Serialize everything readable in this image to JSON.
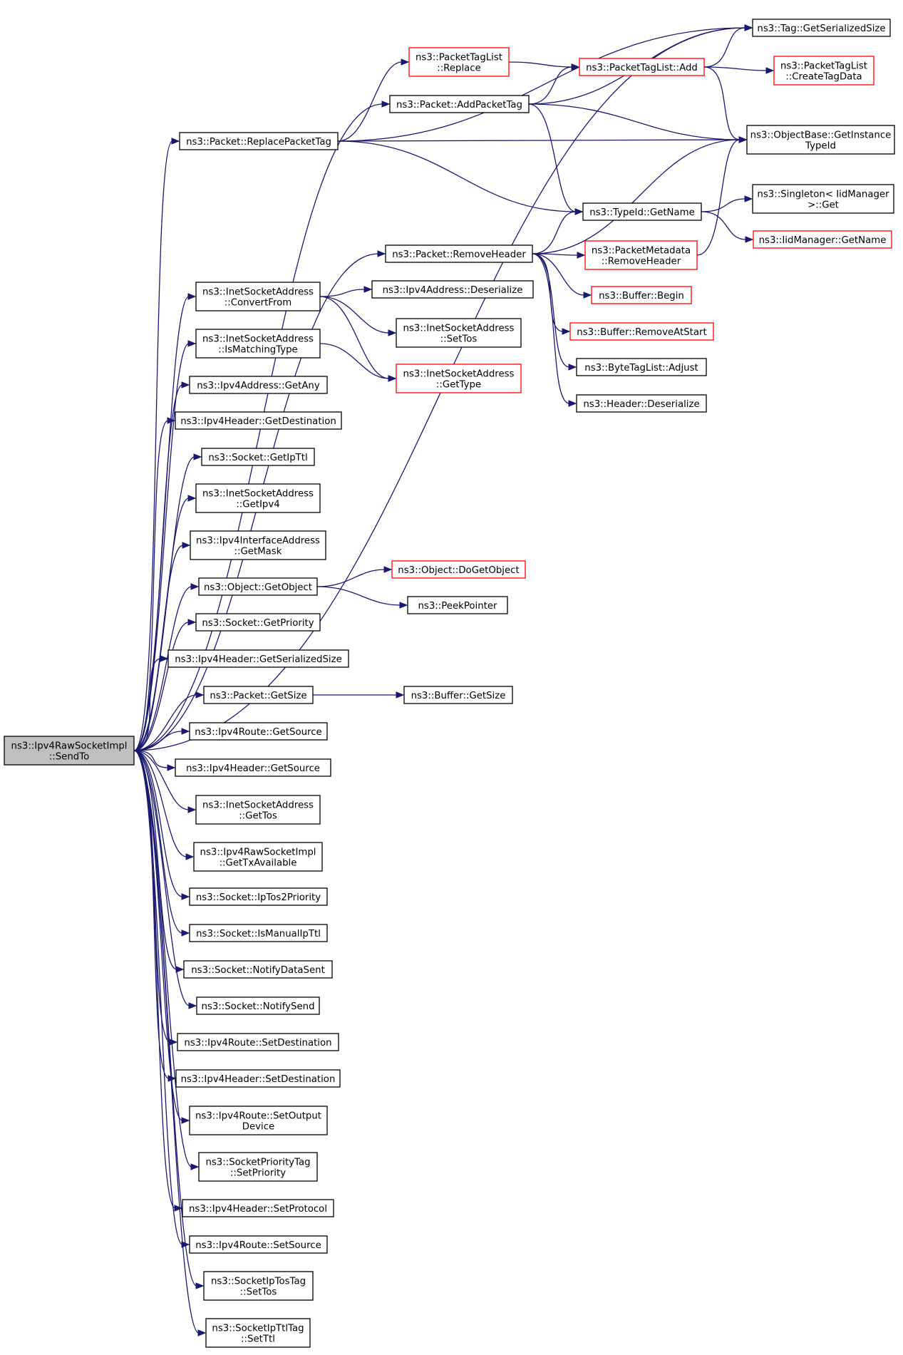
{
  "colors": {
    "edge": "#191970",
    "node_border": "#000000",
    "truncated_border": "#ff0000",
    "root_fill": "#bfbfbf",
    "node_fill": "#ffffff"
  },
  "nodes": [
    {
      "id": "root",
      "lines": [
        "ns3::Ipv4RawSocketImpl",
        "::SendTo"
      ],
      "root": true
    },
    {
      "id": "tag_gss",
      "lines": [
        "ns3::Tag::GetSerializedSize"
      ]
    },
    {
      "id": "ptl_replace",
      "lines": [
        "ns3::PacketTagList",
        "::Replace"
      ],
      "truncated": true
    },
    {
      "id": "ptl_add",
      "lines": [
        "ns3::PacketTagList::Add"
      ],
      "truncated": true
    },
    {
      "id": "ptl_ctd",
      "lines": [
        "ns3::PacketTagList",
        "::CreateTagData"
      ],
      "truncated": true
    },
    {
      "id": "pkt_apt",
      "lines": [
        "ns3::Packet::AddPacketTag"
      ]
    },
    {
      "id": "pkt_rpt",
      "lines": [
        "ns3::Packet::ReplacePacketTag"
      ]
    },
    {
      "id": "ob_git",
      "lines": [
        "ns3::ObjectBase::GetInstance",
        "TypeId"
      ]
    },
    {
      "id": "singleton",
      "lines": [
        "ns3::Singleton< IidManager",
        " >::Get"
      ]
    },
    {
      "id": "typeid_gn",
      "lines": [
        "ns3::TypeId::GetName"
      ]
    },
    {
      "id": "iid_gn",
      "lines": [
        "ns3::IidManager::GetName"
      ],
      "truncated": true
    },
    {
      "id": "pkt_rh",
      "lines": [
        "ns3::Packet::RemoveHeader"
      ]
    },
    {
      "id": "pm_rh",
      "lines": [
        "ns3::PacketMetadata",
        "::RemoveHeader"
      ],
      "truncated": true
    },
    {
      "id": "isa_cf",
      "lines": [
        "ns3::InetSocketAddress",
        "::ConvertFrom"
      ]
    },
    {
      "id": "ipv4a_des",
      "lines": [
        "ns3::Ipv4Address::Deserialize"
      ]
    },
    {
      "id": "buf_begin",
      "lines": [
        "ns3::Buffer::Begin"
      ],
      "truncated": true
    },
    {
      "id": "isa_settos",
      "lines": [
        "ns3::InetSocketAddress",
        "::SetTos"
      ]
    },
    {
      "id": "buf_ras",
      "lines": [
        "ns3::Buffer::RemoveAtStart"
      ],
      "truncated": true
    },
    {
      "id": "isa_imt",
      "lines": [
        "ns3::InetSocketAddress",
        "::IsMatchingType"
      ]
    },
    {
      "id": "isa_gt",
      "lines": [
        "ns3::InetSocketAddress",
        "::GetType"
      ],
      "truncated": true
    },
    {
      "id": "btl_adj",
      "lines": [
        "ns3::ByteTagList::Adjust"
      ]
    },
    {
      "id": "ipv4a_ga",
      "lines": [
        "ns3::Ipv4Address::GetAny"
      ]
    },
    {
      "id": "hdr_des",
      "lines": [
        "ns3::Header::Deserialize"
      ]
    },
    {
      "id": "ipv4h_gd",
      "lines": [
        "ns3::Ipv4Header::GetDestination"
      ]
    },
    {
      "id": "sock_git",
      "lines": [
        "ns3::Socket::GetIpTtl"
      ]
    },
    {
      "id": "isa_gipv4",
      "lines": [
        "ns3::InetSocketAddress",
        "::GetIpv4"
      ]
    },
    {
      "id": "ipv4ia_gm",
      "lines": [
        "ns3::Ipv4InterfaceAddress",
        "::GetMask"
      ]
    },
    {
      "id": "obj_dgo",
      "lines": [
        "ns3::Object::DoGetObject"
      ],
      "truncated": true
    },
    {
      "id": "obj_go",
      "lines": [
        "ns3::Object::GetObject"
      ]
    },
    {
      "id": "peekptr",
      "lines": [
        "ns3::PeekPointer"
      ]
    },
    {
      "id": "sock_gp",
      "lines": [
        "ns3::Socket::GetPriority"
      ]
    },
    {
      "id": "ipv4h_gss",
      "lines": [
        "ns3::Ipv4Header::GetSerializedSize"
      ]
    },
    {
      "id": "pkt_gs",
      "lines": [
        "ns3::Packet::GetSize"
      ]
    },
    {
      "id": "buf_gs",
      "lines": [
        "ns3::Buffer::GetSize"
      ]
    },
    {
      "id": "ipv4r_gsrc",
      "lines": [
        "ns3::Ipv4Route::GetSource"
      ]
    },
    {
      "id": "ipv4h_gsrc",
      "lines": [
        "ns3::Ipv4Header::GetSource"
      ]
    },
    {
      "id": "isa_gettos",
      "lines": [
        "ns3::InetSocketAddress",
        "::GetTos"
      ]
    },
    {
      "id": "ipv4rsi_gta",
      "lines": [
        "ns3::Ipv4RawSocketImpl",
        "::GetTxAvailable"
      ]
    },
    {
      "id": "sock_it2p",
      "lines": [
        "ns3::Socket::IpTos2Priority"
      ]
    },
    {
      "id": "sock_imit",
      "lines": [
        "ns3::Socket::IsManualIpTtl"
      ]
    },
    {
      "id": "sock_nds",
      "lines": [
        "ns3::Socket::NotifyDataSent"
      ]
    },
    {
      "id": "sock_ns",
      "lines": [
        "ns3::Socket::NotifySend"
      ]
    },
    {
      "id": "ipv4r_sd",
      "lines": [
        "ns3::Ipv4Route::SetDestination"
      ]
    },
    {
      "id": "ipv4h_sd",
      "lines": [
        "ns3::Ipv4Header::SetDestination"
      ]
    },
    {
      "id": "ipv4r_sod",
      "lines": [
        "ns3::Ipv4Route::SetOutput",
        "Device"
      ]
    },
    {
      "id": "spt_sp",
      "lines": [
        "ns3::SocketPriorityTag",
        "::SetPriority"
      ]
    },
    {
      "id": "ipv4h_sp",
      "lines": [
        "ns3::Ipv4Header::SetProtocol"
      ]
    },
    {
      "id": "ipv4r_ss",
      "lines": [
        "ns3::Ipv4Route::SetSource"
      ]
    },
    {
      "id": "sitt_st",
      "lines": [
        "ns3::SocketIpTosTag",
        "::SetTos"
      ]
    },
    {
      "id": "sitl_st",
      "lines": [
        "ns3::SocketIpTtlTag",
        "::SetTtl"
      ]
    }
  ],
  "edges": [
    [
      "root",
      "tag_gss"
    ],
    [
      "root",
      "pkt_apt"
    ],
    [
      "root",
      "pkt_rpt"
    ],
    [
      "root",
      "pkt_rh"
    ],
    [
      "root",
      "isa_cf"
    ],
    [
      "root",
      "isa_imt"
    ],
    [
      "root",
      "ipv4a_ga"
    ],
    [
      "root",
      "ipv4h_gd"
    ],
    [
      "root",
      "sock_git"
    ],
    [
      "root",
      "isa_gipv4"
    ],
    [
      "root",
      "ipv4ia_gm"
    ],
    [
      "root",
      "obj_go"
    ],
    [
      "root",
      "sock_gp"
    ],
    [
      "root",
      "ipv4h_gss"
    ],
    [
      "root",
      "pkt_gs"
    ],
    [
      "root",
      "ipv4r_gsrc"
    ],
    [
      "root",
      "ipv4h_gsrc"
    ],
    [
      "root",
      "isa_gettos"
    ],
    [
      "root",
      "ipv4rsi_gta"
    ],
    [
      "root",
      "sock_it2p"
    ],
    [
      "root",
      "sock_imit"
    ],
    [
      "root",
      "sock_nds"
    ],
    [
      "root",
      "sock_ns"
    ],
    [
      "root",
      "ipv4r_sd"
    ],
    [
      "root",
      "ipv4h_sd"
    ],
    [
      "root",
      "ipv4r_sod"
    ],
    [
      "root",
      "spt_sp"
    ],
    [
      "root",
      "ipv4h_sp"
    ],
    [
      "root",
      "ipv4r_ss"
    ],
    [
      "root",
      "sitt_st"
    ],
    [
      "root",
      "sitl_st"
    ],
    [
      "pkt_apt",
      "tag_gss"
    ],
    [
      "pkt_apt",
      "ptl_add"
    ],
    [
      "pkt_apt",
      "ob_git"
    ],
    [
      "pkt_apt",
      "typeid_gn"
    ],
    [
      "pkt_rpt",
      "tag_gss"
    ],
    [
      "pkt_rpt",
      "ptl_replace"
    ],
    [
      "pkt_rpt",
      "ob_git"
    ],
    [
      "pkt_rpt",
      "typeid_gn"
    ],
    [
      "ptl_replace",
      "ptl_add"
    ],
    [
      "ptl_add",
      "tag_gss"
    ],
    [
      "ptl_add",
      "ptl_ctd"
    ],
    [
      "ptl_add",
      "ob_git"
    ],
    [
      "typeid_gn",
      "singleton"
    ],
    [
      "typeid_gn",
      "iid_gn"
    ],
    [
      "pkt_rh",
      "ob_git"
    ],
    [
      "pkt_rh",
      "typeid_gn"
    ],
    [
      "pkt_rh",
      "pm_rh"
    ],
    [
      "pkt_rh",
      "buf_begin"
    ],
    [
      "pkt_rh",
      "buf_ras"
    ],
    [
      "pkt_rh",
      "btl_adj"
    ],
    [
      "pkt_rh",
      "hdr_des"
    ],
    [
      "pm_rh",
      "ob_git"
    ],
    [
      "isa_cf",
      "ipv4a_des"
    ],
    [
      "isa_cf",
      "isa_settos"
    ],
    [
      "isa_cf",
      "isa_gt"
    ],
    [
      "isa_imt",
      "isa_gt"
    ],
    [
      "obj_go",
      "obj_dgo"
    ],
    [
      "obj_go",
      "peekptr"
    ],
    [
      "pkt_gs",
      "buf_gs"
    ]
  ]
}
